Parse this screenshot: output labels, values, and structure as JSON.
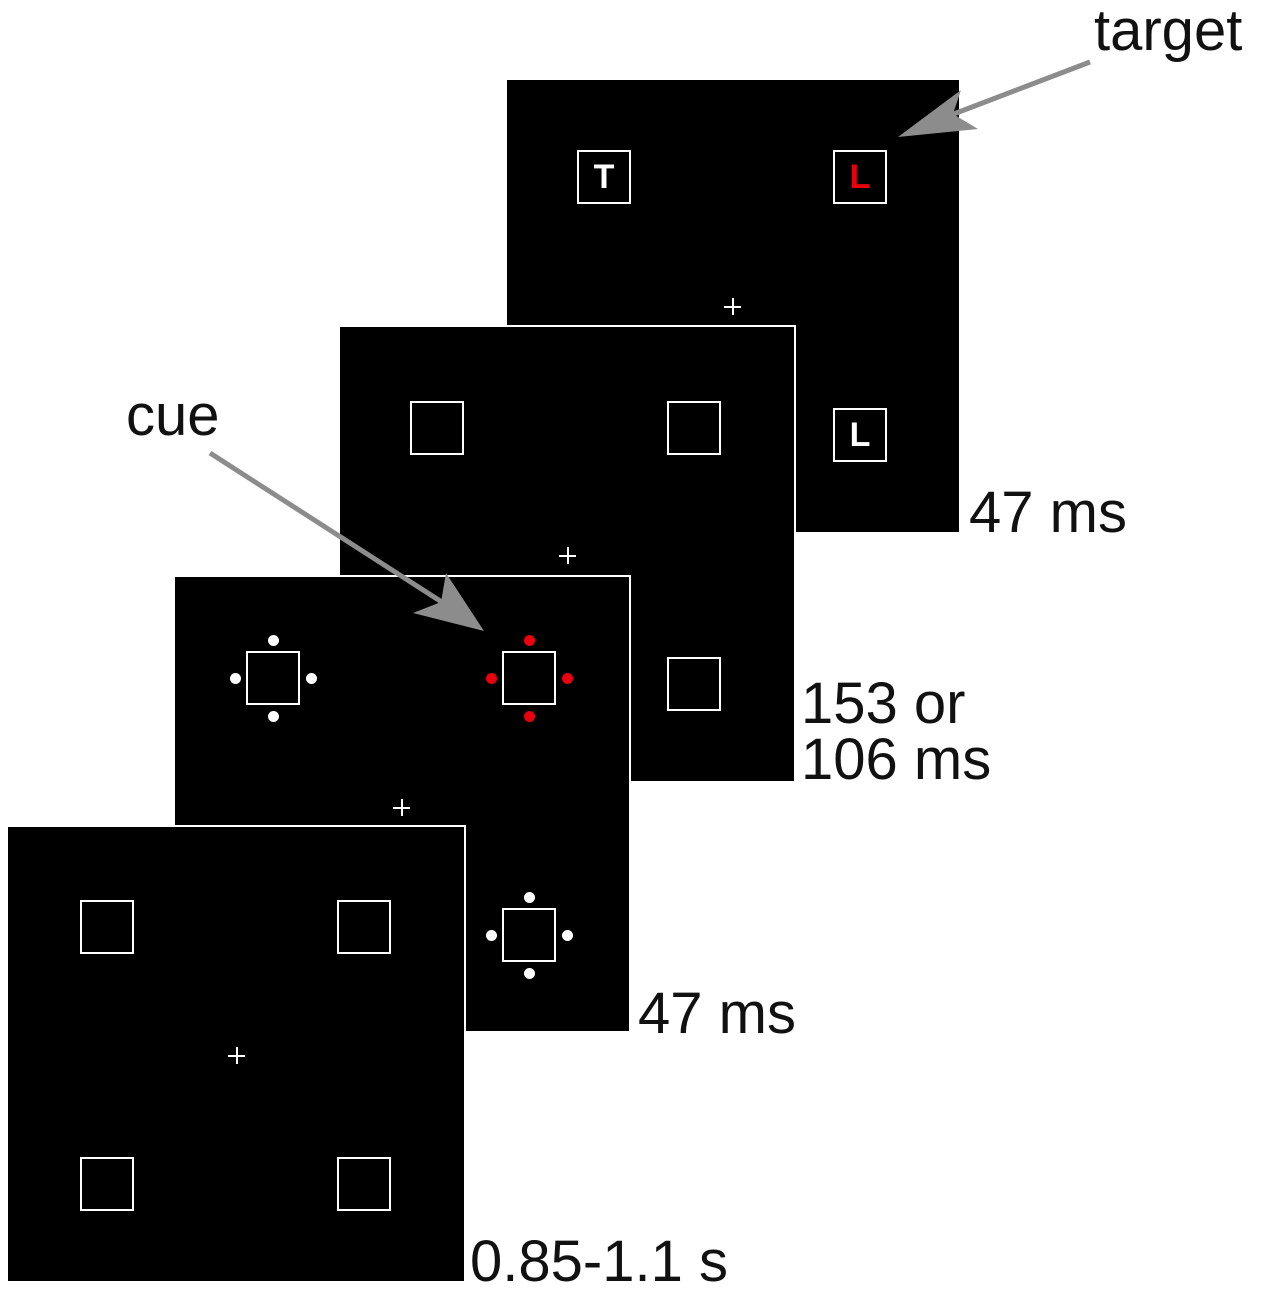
{
  "labels": {
    "target": "target",
    "cue": "cue",
    "frame4_duration": "47 ms",
    "frame3_duration_line1": "153 or",
    "frame3_duration_line2": "106 ms",
    "frame2_duration": "47 ms",
    "frame1_duration": "0.85-1.1 s"
  },
  "letters": {
    "top_left": "T",
    "top_right": "L",
    "bottom_right": "L"
  },
  "colors": {
    "frame_background": "#000000",
    "placeholder_outline": "#ffffff",
    "highlight": "#e8000d",
    "arrow": "#8c8c8c"
  }
}
